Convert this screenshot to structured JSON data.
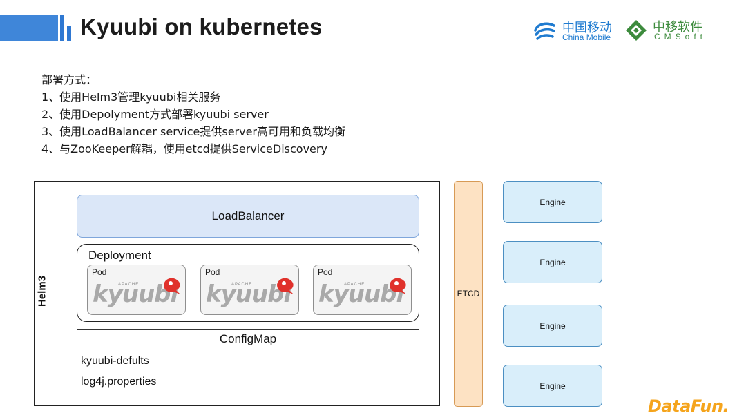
{
  "header": {
    "title": "Kyuubi on kubernetes",
    "accent_color": "#3f86d9",
    "logos": {
      "china_mobile_cn": "中国移动",
      "china_mobile_en": "China Mobile",
      "cmsoft_cn": "中移软件",
      "cmsoft_en": "CMSoft"
    }
  },
  "content": {
    "lines": [
      "部署方式：",
      "1、使用Helm3管理kyuubi相关服务",
      "2、使用Depolyment方式部署kyuubi server",
      "3、使用LoadBalancer service提供server高可用和负载均衡",
      "4、与ZooKeeper解耦，使用etcd提供ServiceDiscovery"
    ]
  },
  "diagram": {
    "helm_label": "Helm3",
    "load_balancer": "LoadBalancer",
    "deployment_label": "Deployment",
    "pods": [
      {
        "label": "Pod",
        "logo_text": "kyuubi",
        "logo_small": "APACHE"
      },
      {
        "label": "Pod",
        "logo_text": "kyuubi",
        "logo_small": "APACHE"
      },
      {
        "label": "Pod",
        "logo_text": "kyuubi",
        "logo_small": "APACHE"
      }
    ],
    "configmap": {
      "title": "ConfigMap",
      "items": [
        "kyuubi-defults",
        "log4j.properties"
      ]
    },
    "etcd_label": "ETCD",
    "engines": [
      "Engine",
      "Engine",
      "Engine",
      "Engine"
    ],
    "colors": {
      "load_balancer_fill": "#dbe7f8",
      "etcd_fill": "#fde2c3",
      "engine_fill": "#d9eefa",
      "kyuubi_red": "#e0312b"
    }
  },
  "footer": {
    "brand": "DataFun.",
    "brand_color": "#f5a41c"
  }
}
